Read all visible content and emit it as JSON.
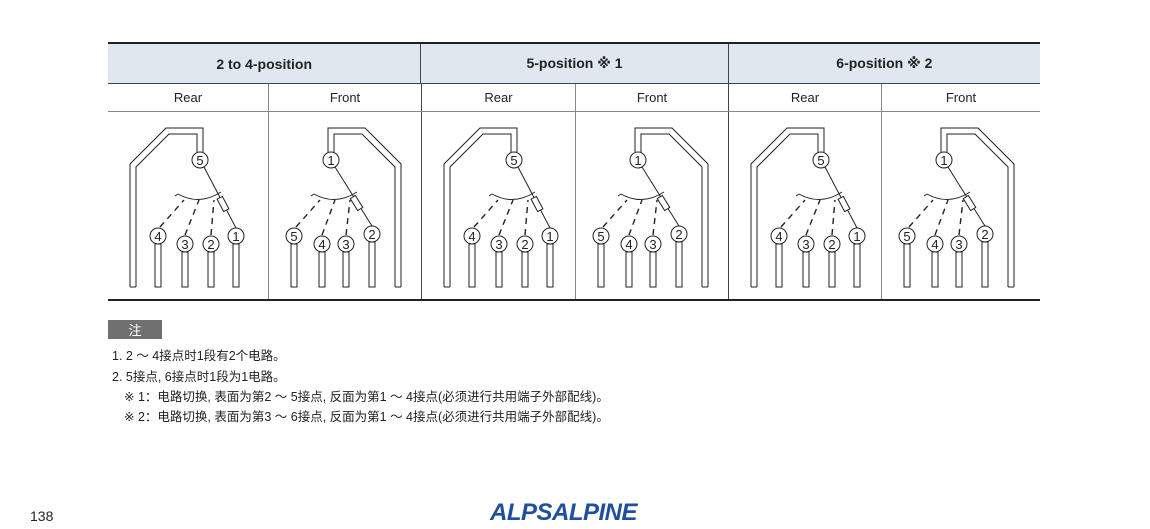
{
  "table": {
    "groups": [
      {
        "title": "2 to 4-position"
      },
      {
        "title": "5-position ※ 1"
      },
      {
        "title": "6-position ※ 2"
      }
    ],
    "sub_headers": [
      "Rear",
      "Front",
      "Rear",
      "Front",
      "Rear",
      "Front"
    ],
    "diagrams": [
      {
        "view": "Rear",
        "center": "5",
        "pins": [
          "4",
          "3",
          "2",
          "1"
        ]
      },
      {
        "view": "Front",
        "center": "1",
        "pins": [
          "5",
          "4",
          "3",
          "2"
        ]
      },
      {
        "view": "Rear",
        "center": "5",
        "pins": [
          "4",
          "3",
          "2",
          "1"
        ]
      },
      {
        "view": "Front",
        "center": "1",
        "pins": [
          "5",
          "4",
          "3",
          "2"
        ]
      },
      {
        "view": "Rear",
        "center": "5",
        "pins": [
          "4",
          "3",
          "2",
          "1"
        ]
      },
      {
        "view": "Front",
        "center": "1",
        "pins": [
          "5",
          "4",
          "3",
          "2"
        ]
      }
    ]
  },
  "notes": {
    "tag": "注",
    "lines": [
      "1. 2 ～ 4接点时1段有2个电路。",
      "2. 5接点, 6接点时1段为1电路。",
      "※ 1：电路切换, 表面为第2 ～ 5接点, 反面为第1 ～ 4接点(必须进行共用端子外部配线)。",
      "※ 2：电路切换, 表面为第3 ～ 6接点, 反面为第1 ～ 4接点(必须进行共用端子外部配线)。"
    ]
  },
  "footer": {
    "page_number": "138",
    "logo": "ALPSALPINE",
    "logo_color": "#1f4f9e"
  }
}
